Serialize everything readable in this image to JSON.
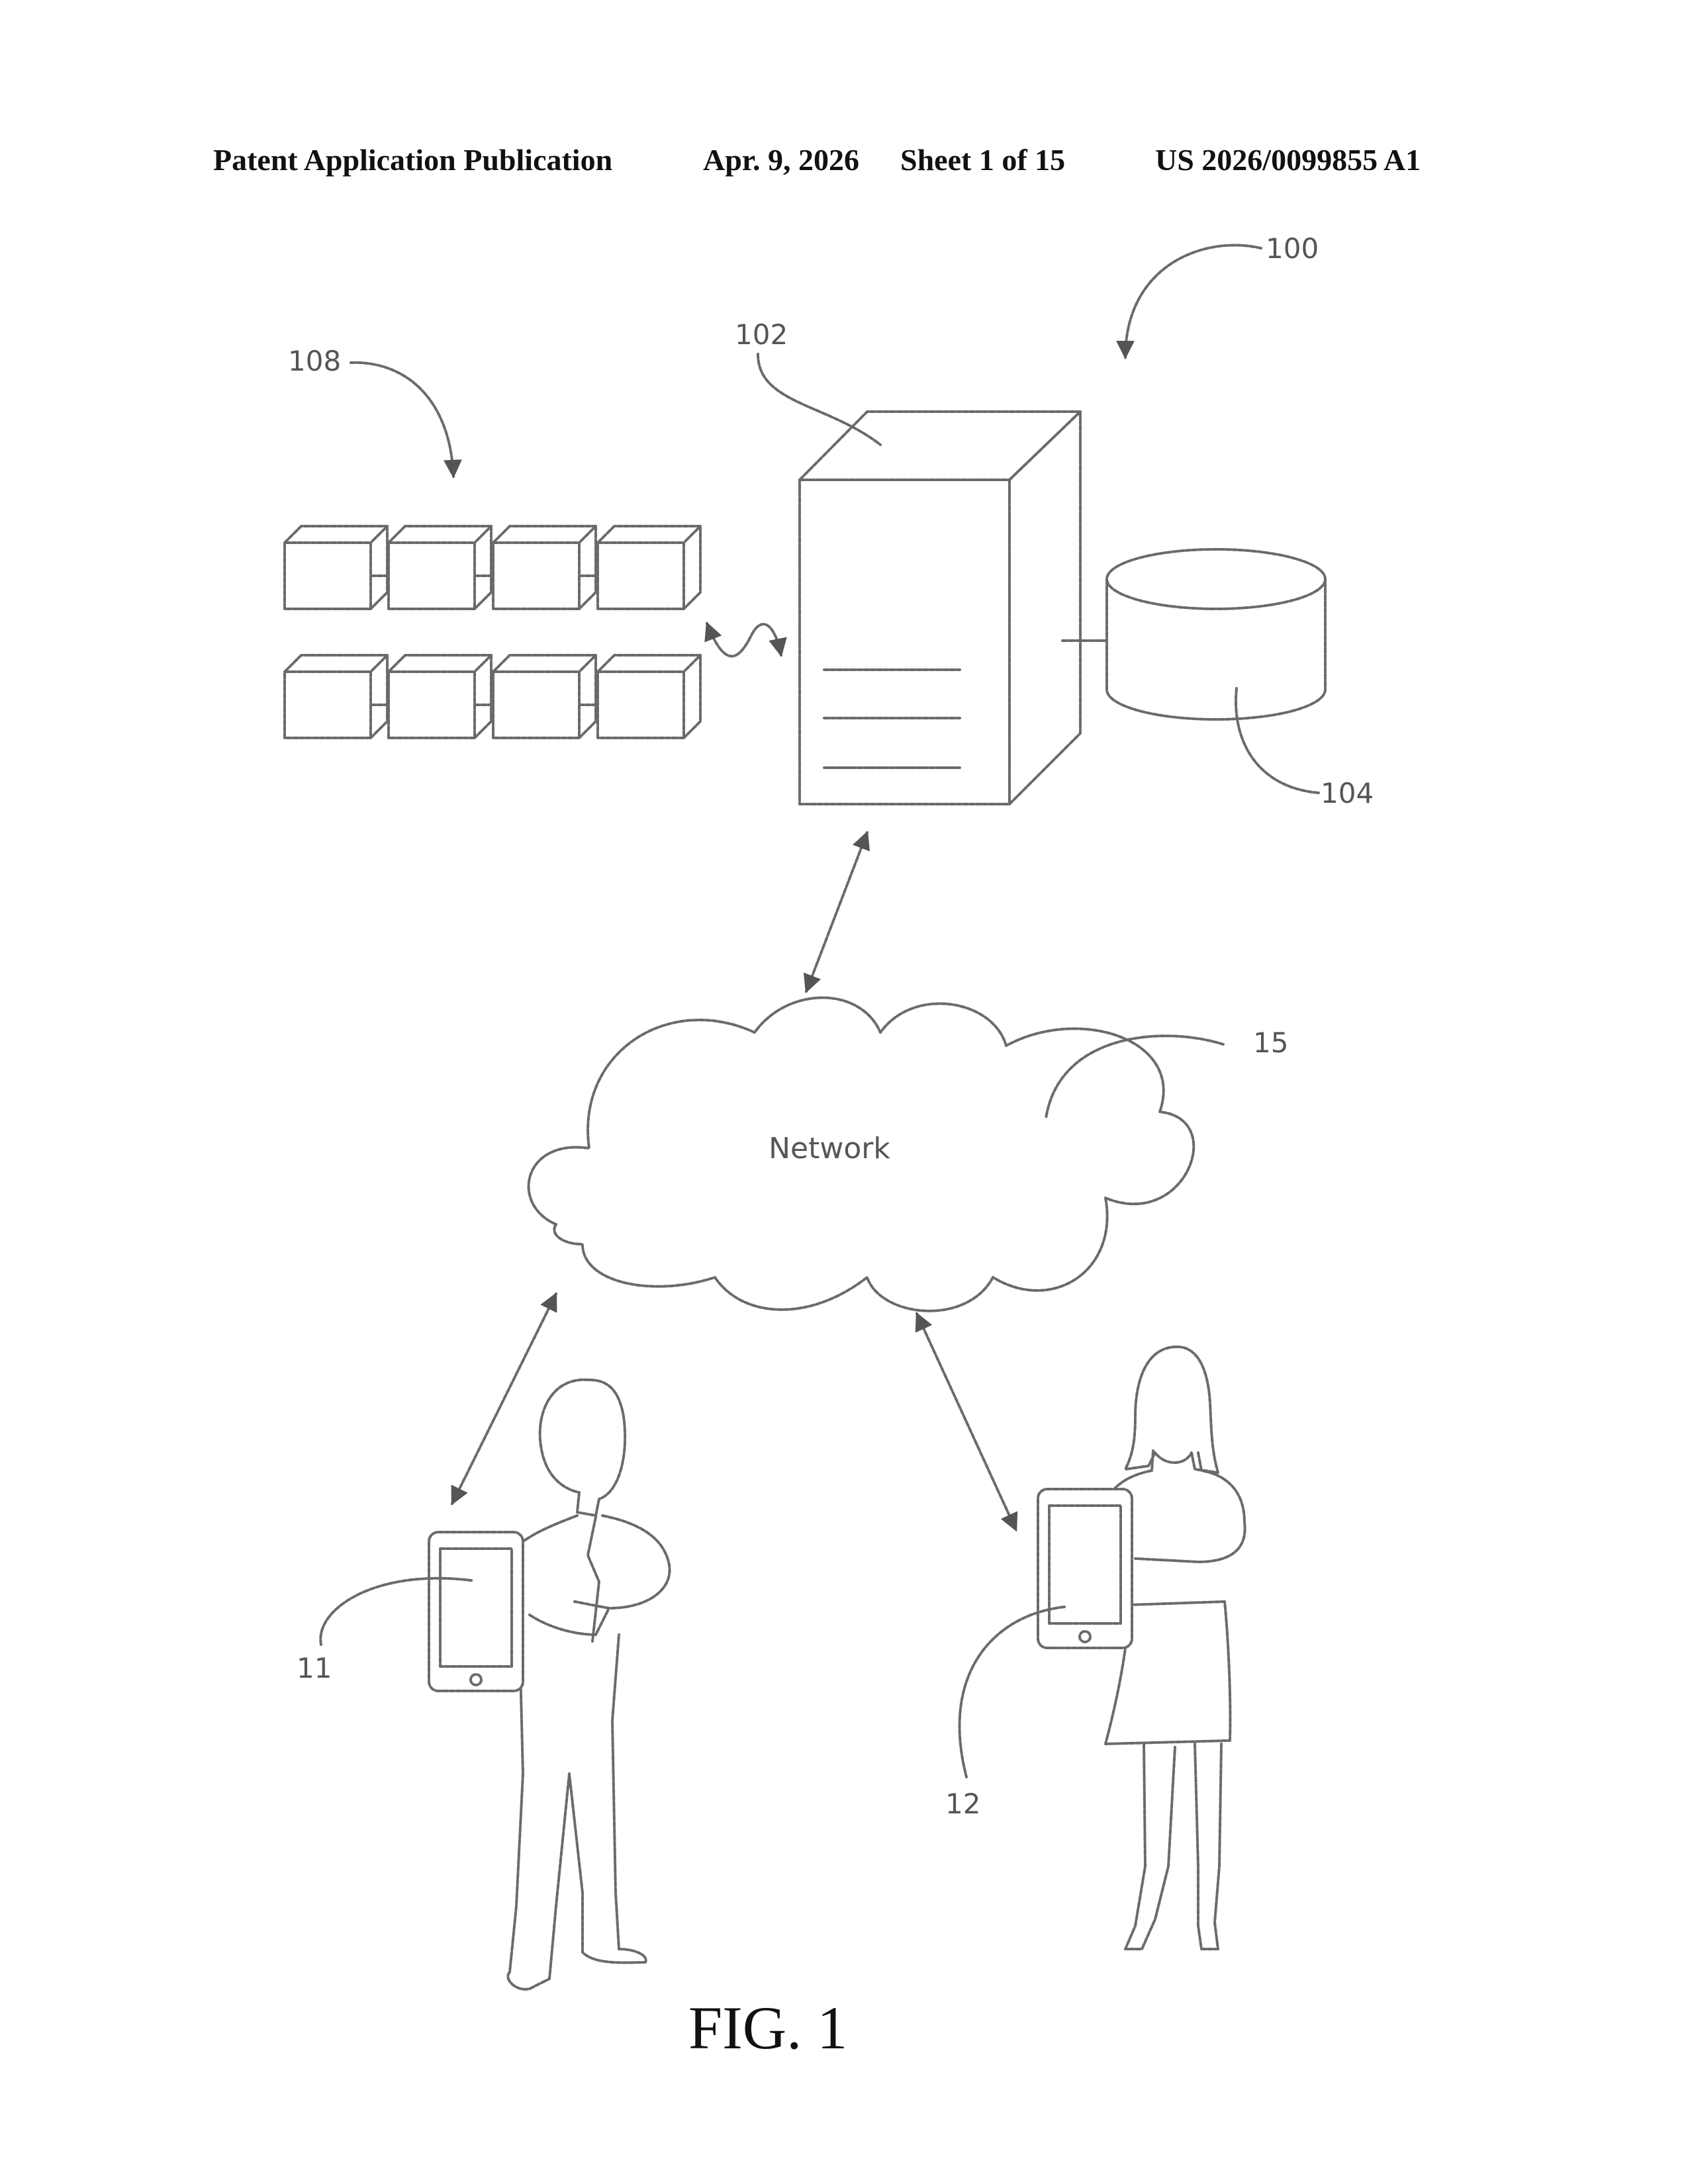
{
  "header": {
    "publication": "Patent Application Publication",
    "date": "Apr. 9, 2026",
    "sheet": "Sheet 1 of 15",
    "number": "US 2026/0099855 A1"
  },
  "figure": {
    "label": "FIG. 1",
    "network_label": "Network",
    "refs": {
      "system": "100",
      "server": "102",
      "database": "104",
      "blocks": "108",
      "network": "15",
      "device_1": "11",
      "device_2": "12"
    }
  }
}
